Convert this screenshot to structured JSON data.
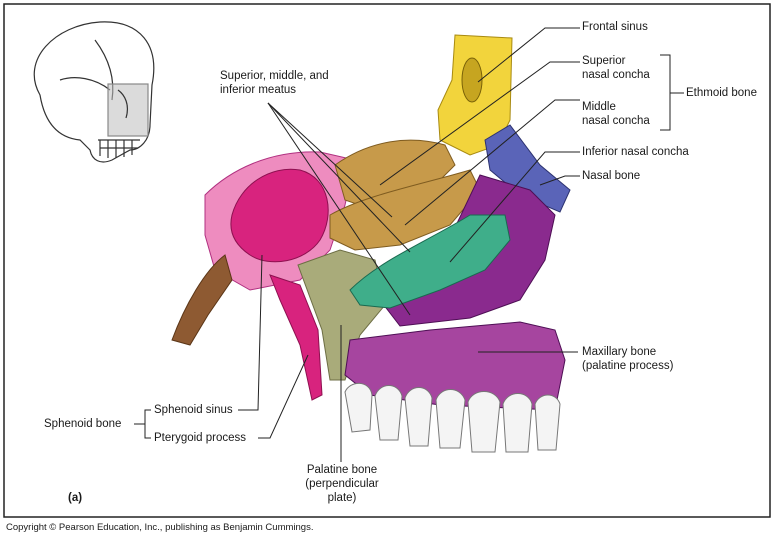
{
  "labels": {
    "frontal_sinus": "Frontal sinus",
    "superior_nasal_concha": [
      "Superior",
      "nasal concha"
    ],
    "middle_nasal_concha": [
      "Middle",
      "nasal concha"
    ],
    "ethmoid_bone": "Ethmoid bone",
    "inferior_nasal_concha": "Inferior nasal concha",
    "nasal_bone": "Nasal bone",
    "meatus": [
      "Superior, middle, and",
      "inferior meatus"
    ],
    "maxillary_bone": [
      "Maxillary bone",
      "(palatine process)"
    ],
    "sphenoid_bone": "Sphenoid bone",
    "sphenoid_sinus": "Sphenoid sinus",
    "pterygoid_process": "Pterygoid process",
    "palatine_bone": [
      "Palatine bone",
      "(perpendicular",
      "plate)"
    ],
    "panel": "(a)",
    "copyright": "Copyright © Pearson Education, Inc., publishing as Benjamin Cummings."
  },
  "colors": {
    "frontal": "#f2d43c",
    "ethmoid": "#c79a4a",
    "nasal": "#5a64b8",
    "inferior_concha": "#3fae8a",
    "maxillary": "#8a2a8e",
    "sphenoid": "#d8237e",
    "sphenoid_light": "#ee8cbf",
    "palatine": "#a9ab7a",
    "vomer_brown": "#8e5a32",
    "teeth": "#f4f4f4",
    "frame": "#222222"
  }
}
